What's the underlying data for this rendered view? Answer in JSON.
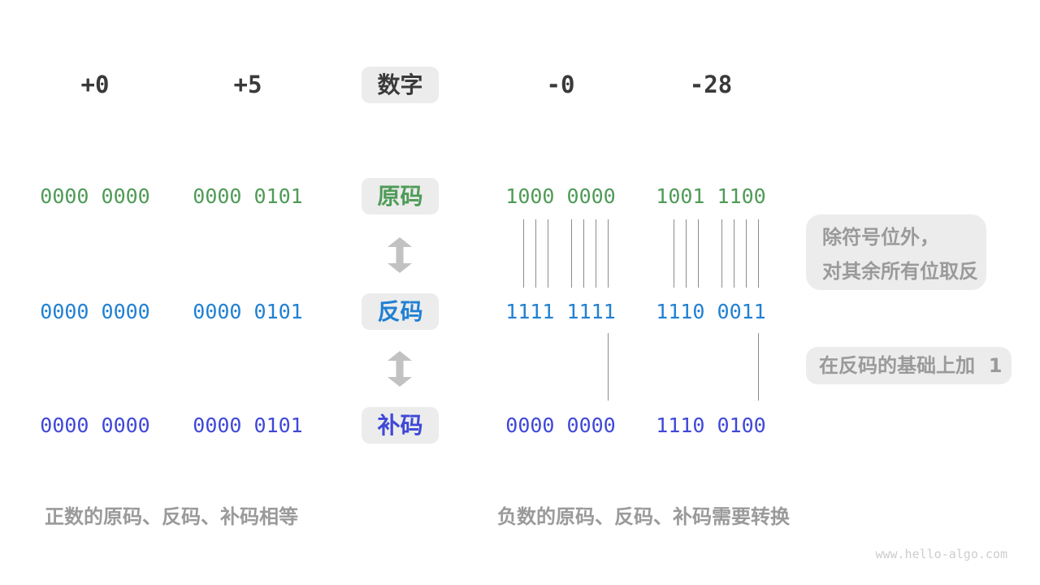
{
  "colors": {
    "sign_magnitude_green": "#4f9b57",
    "ones_complement_blue": "#2180d3",
    "twos_complement_indigo": "#3f48d8",
    "heading_dark": "#3a3a3a",
    "muted_gray": "#9a9a9a",
    "badge_background": "#ececec",
    "connector_line": "#8c8c8c",
    "arrow_gray": "#c2c2c2"
  },
  "header": {
    "badge": "数字",
    "values": [
      "+0",
      "+5",
      "-0",
      "-28"
    ]
  },
  "rows": [
    {
      "badge": "原码",
      "values": [
        "0000 0000",
        "0000 0101",
        "1000 0000",
        "1001 1100"
      ]
    },
    {
      "badge": "反码",
      "values": [
        "0000 0000",
        "0000 0101",
        "1111 1111",
        "1110 0011"
      ]
    },
    {
      "badge": "补码",
      "values": [
        "0000 0000",
        "0000 0101",
        "0000 0000",
        "1110 0100"
      ]
    }
  ],
  "annotations": {
    "invert_line1": "除符号位外，",
    "invert_line2": "对其余所有位取反",
    "add_one": "在反码的基础上加  1"
  },
  "captions": {
    "positive": "正数的原码、反码、补码相等",
    "negative": "负数的原码、反码、补码需要转换"
  },
  "watermark": "www.hello-algo.com"
}
